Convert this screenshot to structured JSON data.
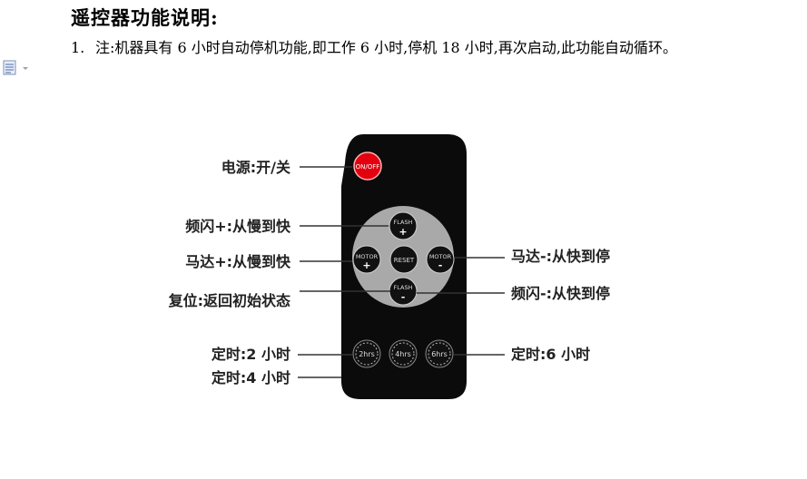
{
  "document": {
    "heading": "遥控器功能说明:",
    "list": [
      {
        "number": "1.",
        "text": "注:机器具有 6 小时自动停机功能,即工作 6 小时,停机 18 小时,再次启动,此功能自动循环。"
      }
    ]
  },
  "diagram": {
    "labels": {
      "power": "电源:开/关",
      "flash_plus": "频闪+:从慢到快",
      "motor_plus": "马达+:从慢到快",
      "reset": "复位:返回初始状态",
      "timer_2h": "定时:2 小时",
      "timer_4h": "定时:4 小时",
      "motor_minus": "马达-:从快到停",
      "flash_minus": "频闪-:从快到停",
      "timer_6h": "定时:6 小时"
    },
    "buttons": {
      "onoff": "ON/OFF",
      "flash_top": "FLASH",
      "flash_top_sign": "+",
      "motor_left": "MOTOR",
      "motor_left_sign": "+",
      "reset": "RESET",
      "motor_right": "MOTOR",
      "motor_right_sign": "-",
      "flash_bottom": "FLASH",
      "flash_bottom_sign": "-",
      "t2": "2hrs",
      "t4": "4hrs",
      "t6": "6hrs"
    },
    "colors": {
      "remote_body": "#0b0b0b",
      "pad": "#a9a9a9",
      "button": "#111111",
      "power_button": "#e3000f"
    }
  }
}
